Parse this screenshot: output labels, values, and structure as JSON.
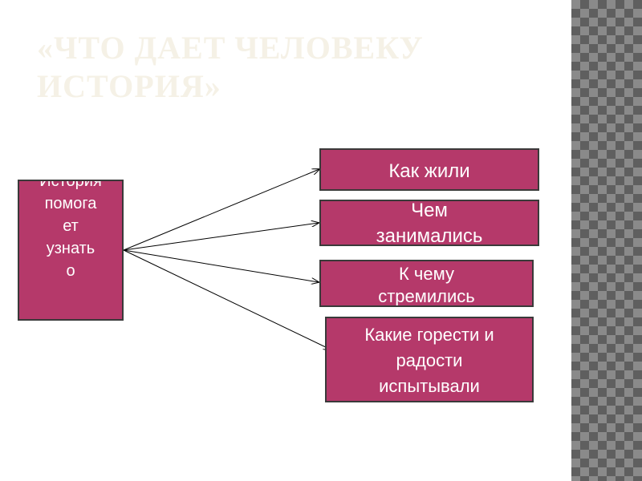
{
  "title": "«ЧТО ДАЕТ ЧЕЛОВЕКУ ИСТОРИЯ»",
  "source_box": "История\nпомога\nет\nузнать\nо",
  "targets": [
    "Как жили",
    "Чем\nзанимались",
    "К чему\nстремились",
    "Какие горести и\nрадости\nиспытывали"
  ],
  "colors": {
    "box_fill": "#b5396a",
    "box_border": "#3a3a3a",
    "title": "#f5f1e6",
    "side_pattern": "#8a8a8a"
  }
}
